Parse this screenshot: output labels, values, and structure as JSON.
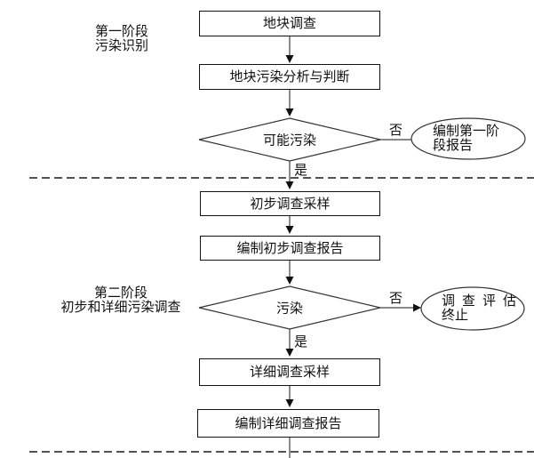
{
  "stages": {
    "s1": {
      "line1": "第一阶段",
      "line2": "污染识别"
    },
    "s2": {
      "line1": "第二阶段",
      "line2": "初步和详细污染调查"
    }
  },
  "nodes": {
    "box1": "地块调查",
    "box2": "地块污染分析与判断",
    "decision1": "可能污染",
    "box3": "初步调查采样",
    "box4": "编制初步调查报告",
    "decision2": "污染",
    "box5": "详细调查采样",
    "box6": "编制详细调查报告",
    "terminal1": {
      "line1": "编制第一阶",
      "line2": "段报告"
    },
    "terminal2": {
      "line1": "调查评估",
      "line2": "终止"
    }
  },
  "branches": {
    "yes1": "是",
    "no1": "否",
    "yes2": "是",
    "no2": "否"
  },
  "colors": {
    "background": "#ffffff",
    "shape_fill": "#ffffff",
    "shape_stroke": "#333333",
    "box_border": "#111111",
    "connector": "#404040",
    "divider": "#1a1a1a",
    "text": "#111111"
  }
}
